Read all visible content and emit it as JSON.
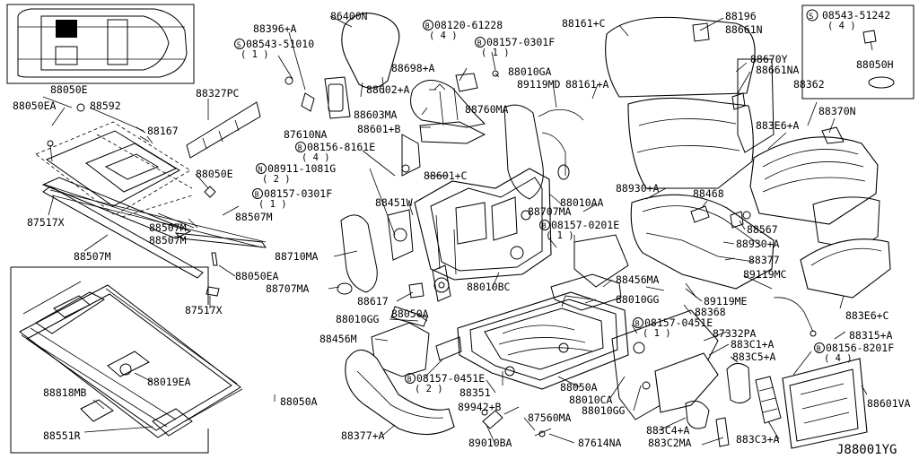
{
  "drawing_id": "J88001YG",
  "labels": {
    "p86400N": "86400N",
    "p88396A": "88396+A",
    "p08543_51010": "08543-51010",
    "q08543_51010": "( 1 )",
    "p88050E_top": "88050E",
    "p88050EA_1": "88050EA",
    "p88592": "88592",
    "p88327PC": "88327PC",
    "p88167": "88167",
    "p88050E_mid": "88050E",
    "p08911": "08911-1081G",
    "q08911": "( 2 )",
    "p08157_0301F_l": "08157-0301F",
    "q08157_0301F_l": "( 1 )",
    "p88507M_a": "88507M",
    "p88507M_b": "88507M",
    "p88507M_c": "88507M",
    "p88507M_d": "88507M",
    "p87517X_a": "87517X",
    "p87517X_b": "87517X",
    "p88050EA_2": "88050EA",
    "p88698A": "88698+A",
    "p88602A": "88602+A",
    "p88603MA": "88603MA",
    "p88601B": "88601+B",
    "p87610NA": "87610NA",
    "p08156_8161E": "08156-8161E",
    "q08156_8161E": "( 4 )",
    "p08120": "08120-61228",
    "q08120": "( 4 )",
    "p08157_0301F_t": "08157-0301F",
    "q08157_0301F_t": "( 1 )",
    "p88010GA": "88010GA",
    "p89119MD": "89119MD",
    "p88760MA": "88760MA",
    "p88161C": "88161+C",
    "p88161A": "88161+A",
    "p88451W": "88451W",
    "p88601C": "88601+C",
    "p88707MA_a": "88707MA",
    "p88010AA": "88010AA",
    "p88930A_a": "88930+A",
    "p08157_0201E": "08157-0201E",
    "q08157_0201E": "( 1 )",
    "p88710MA": "88710MA",
    "p88707MA_b": "88707MA",
    "p88617": "88617",
    "p88010BC": "88010BC",
    "p88456MA": "88456MA",
    "p88010GG_a": "88010GG",
    "p88010GG_b": "88010GG",
    "p88050A_a": "88050A",
    "p88456M": "88456M",
    "p08157_0451E_a": "08157-0451E",
    "q08157_0451E_a": "( 2 )",
    "p88351": "88351",
    "p88196": "88196",
    "p88661N": "88661N",
    "p08543_51242": "08543-51242",
    "q08543_51242": "( 4 )",
    "p88050H": "88050H",
    "p88670Y": "88670Y",
    "p88661NA": "88661NA",
    "p88362": "88362",
    "p88370N": "88370N",
    "p883E6A": "883E6+A",
    "p88468": "88468",
    "p88567": "88567",
    "p88930A_b": "88930+A",
    "p88377": "88377",
    "p89119MC": "89119MC",
    "p89119ME": "89119ME",
    "p88368": "88368",
    "p883E6C": "883E6+C",
    "p88315A": "88315+A",
    "p08157_0451E_b": "08157-0451E",
    "q08157_0451E_b": "( 1 )",
    "p87332PA": "87332PA",
    "p883C1A": "883C1+A",
    "p08156_8201F": "08156-8201F",
    "q08156_8201F": "( 4 )",
    "p883C5A": "883C5+A",
    "p88050A_b": "88050A",
    "p88010CA": "88010CA",
    "p88010GG_c": "88010GG",
    "p88019EA": "88019EA",
    "p88818MB": "88818MB",
    "p88050A_c": "88050A",
    "p88551R": "88551R",
    "p88377A": "88377+A",
    "p89942B": "89942+B",
    "p87560MA": "87560MA",
    "p89010BA": "89010BA",
    "p87614NA": "87614NA",
    "p883C4A": "883C4+A",
    "p883C2MA": "883C2MA",
    "p883C3A": "883C3+A",
    "p88601VA": "88601VA"
  }
}
